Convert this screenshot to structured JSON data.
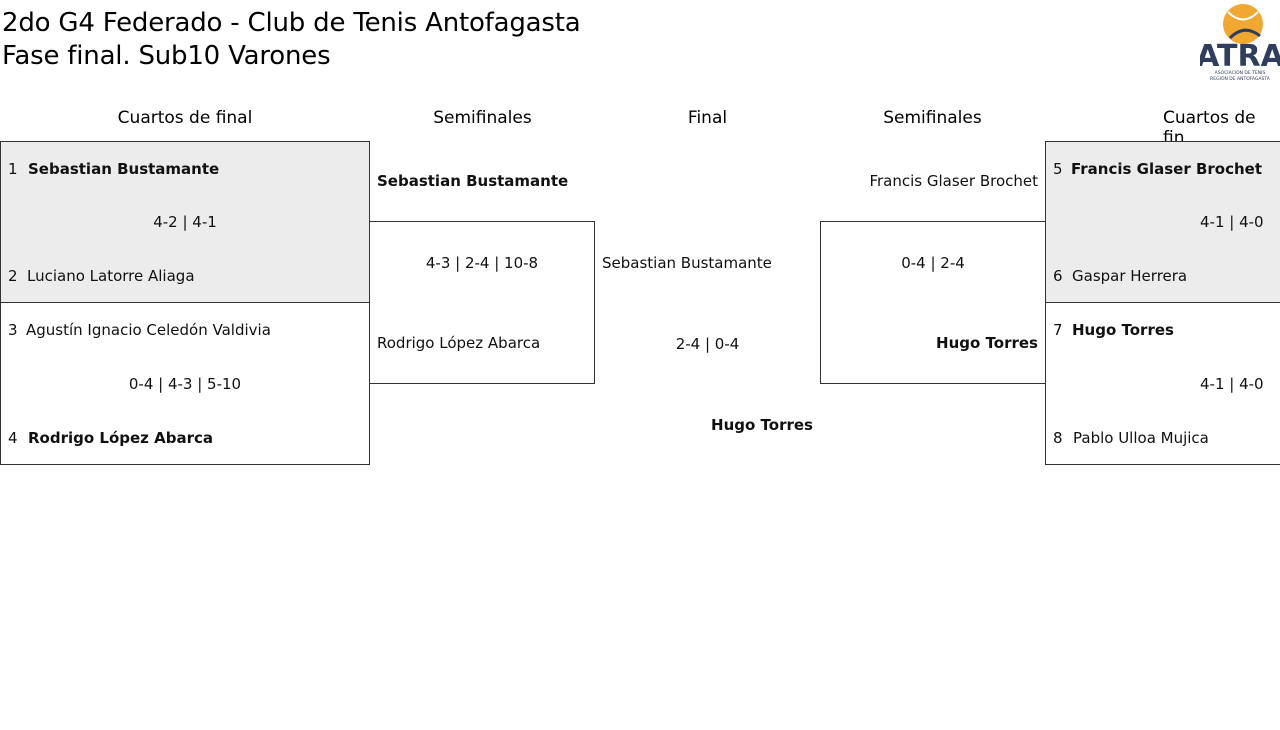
{
  "header": {
    "title_line1": "2do G4 Federado - Club de Tenis Antofagasta",
    "title_line2": "Fase final. Sub10 Varones"
  },
  "logo": {
    "text": "ATRA",
    "subtitle_line1": "ASOCIACIÓN DE TENIS",
    "subtitle_line2": "REGIÓN DE ANTOFAGASTA",
    "colors": {
      "navy": "#2f3e5c",
      "orange": "#f0a830"
    }
  },
  "columns": {
    "left_quarters": "Cuartos de final",
    "left_semis": "Semifinales",
    "final": "Final",
    "right_semis": "Semifinales",
    "right_quarters": "Cuartos de fin"
  },
  "quarterfinals_left": [
    {
      "p1_seed": "1",
      "p1_name": "Sebastian Bustamante",
      "score": "4-2 | 4-1",
      "p2_seed": "2",
      "p2_name": "Luciano Latorre Aliaga"
    },
    {
      "p1_seed": "3",
      "p1_name": "Agustín Ignacio Celedón Valdivia",
      "score": "0-4 | 4-3 | 5-10",
      "p2_seed": "4",
      "p2_name": "Rodrigo López Abarca"
    }
  ],
  "semifinal_left": {
    "p1_name": "Sebastian Bustamante",
    "score": "4-3 | 2-4 | 10-8",
    "p2_name": "Rodrigo López Abarca"
  },
  "final": {
    "p1_name": "Sebastian Bustamante",
    "score": "2-4 | 0-4",
    "p2_name": "Hugo Torres"
  },
  "semifinal_right": {
    "p1_name": "Francis Glaser Brochet",
    "score": "0-4 | 2-4",
    "p2_name": "Hugo Torres"
  },
  "quarterfinals_right": [
    {
      "p1_seed": "5",
      "p1_name": "Francis Glaser Brochet",
      "score": "4-1 | 4-0",
      "p2_seed": "6",
      "p2_name": "Gaspar Herrera"
    },
    {
      "p1_seed": "7",
      "p1_name": "Hugo Torres",
      "score": "4-1 | 4-0",
      "p2_seed": "8",
      "p2_name": "Pablo Ulloa Mujica"
    }
  ]
}
